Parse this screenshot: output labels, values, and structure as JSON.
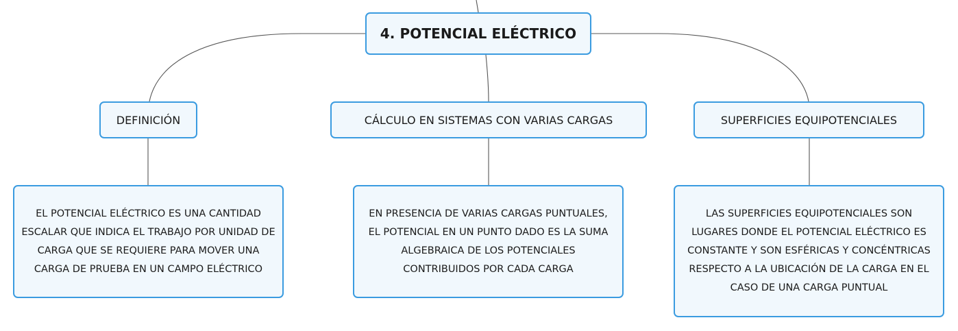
{
  "root": {
    "label": "4. POTENCIAL ELÉCTRICO"
  },
  "topics": [
    {
      "label": "DEFINICIÓN",
      "detail": "EL POTENCIAL ELÉCTRICO ES UNA CANTIDAD ESCALAR QUE INDICA EL TRABAJO POR UNIDAD DE CARGA QUE SE REQUIERE PARA MOVER UNA CARGA DE PRUEBA EN UN CAMPO ELÉCTRICO"
    },
    {
      "label": "CÁLCULO EN SISTEMAS CON VARIAS CARGAS",
      "detail": "EN PRESENCIA DE VARIAS CARGAS PUNTUALES, EL POTENCIAL EN UN PUNTO DADO ES LA SUMA ALGEBRAICA DE LOS POTENCIALES CONTRIBUIDOS POR CADA CARGA"
    },
    {
      "label": "SUPERFICIES EQUIPOTENCIALES",
      "detail": "LAS SUPERFICIES EQUIPOTENCIALES SON LUGARES DONDE EL POTENCIAL ELÉCTRICO ES CONSTANTE Y SON ESFÉRICAS Y CONCÉNTRICAS RESPECTO A LA UBICACIÓN DE LA CARGA EN EL CASO DE UNA CARGA PUNTUAL"
    }
  ],
  "colors": {
    "node_border": "#3a9be0",
    "node_fill": "#f1f8fd",
    "connector": "#555555",
    "text": "#1a1a1a"
  }
}
